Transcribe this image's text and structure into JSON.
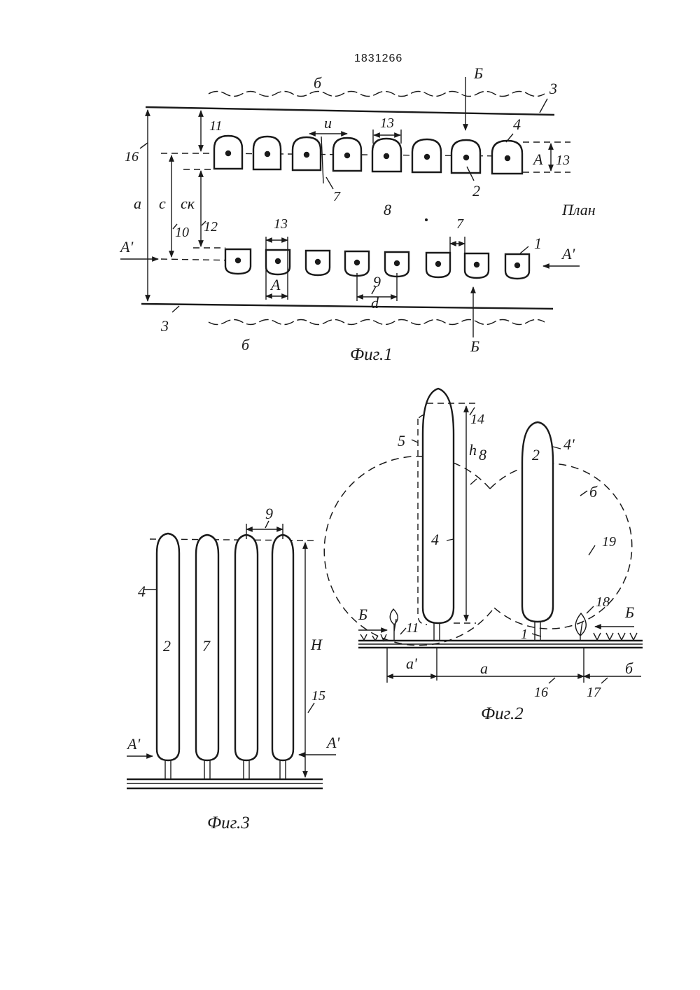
{
  "document": {
    "number": "1831266"
  },
  "fig1": {
    "caption": "Фиг.1",
    "plan_label": "План",
    "labels": {
      "b_top": "б",
      "B_top": "Б",
      "n3_top": "3",
      "n11": "11",
      "u": "u",
      "n13_top": "13",
      "n4": "4",
      "A_right": "A",
      "n13_right": "13",
      "n16": "16",
      "n7_top": "7",
      "n2": "2",
      "n8": "8",
      "a": "a",
      "c": "c",
      "ck": "cк",
      "n12": "12",
      "n10": "10",
      "n13_bottom": "13",
      "n7_bottom": "7",
      "n1": "1",
      "A_prime_left": "A'",
      "A_prime_right": "A'",
      "A_bottom": "A",
      "n9": "9",
      "d": "d",
      "n3_bottom": "3",
      "b_bottom": "б",
      "B_bottom": "Б"
    }
  },
  "fig2": {
    "caption": "Фиг.2",
    "labels": {
      "n14": "14",
      "n5": "5",
      "h": "h",
      "n8": "8",
      "n2": "2",
      "n4_right": "4'",
      "b_crown": "б",
      "n4_center": "4",
      "n19": "19",
      "n18": "18",
      "B_left": "Б",
      "B_right": "Б",
      "n11": "11",
      "n1": "1",
      "a_prime": "a'",
      "a": "a",
      "b_ground": "б",
      "n16": "16",
      "n17": "17"
    }
  },
  "fig3": {
    "caption": "Фиг.3",
    "labels": {
      "n9": "9",
      "n4": "4",
      "n2": "2",
      "n7": "7",
      "H": "H",
      "n15": "15",
      "A_prime_left": "A'",
      "A_prime_right": "A'"
    }
  }
}
